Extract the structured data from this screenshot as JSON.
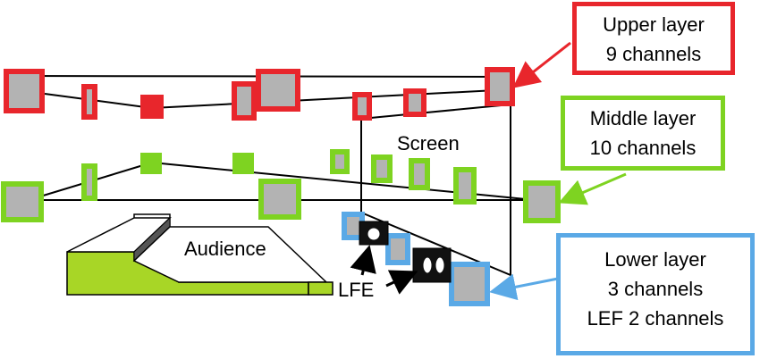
{
  "labels": {
    "upper": {
      "line1": "Upper layer",
      "line2": "9 channels"
    },
    "middle": {
      "line1": "Middle layer",
      "line2": "10 channels"
    },
    "lower": {
      "line1": "Lower layer",
      "line2": "3 channels",
      "line3": "LEF 2 channels"
    }
  },
  "screen_text": "Screen",
  "audience_text": "Audience",
  "lfe_text": "LFE",
  "colors": {
    "upper": "#e8262c",
    "middle": "#7ed321",
    "lower": "#5aa9e6",
    "speaker_face": "#b3b3b3",
    "lfe": "#111111",
    "audience_fill": "#a8d626"
  },
  "icons": [
    "speaker-icon",
    "subwoofer-icon",
    "arrow-icon"
  ]
}
